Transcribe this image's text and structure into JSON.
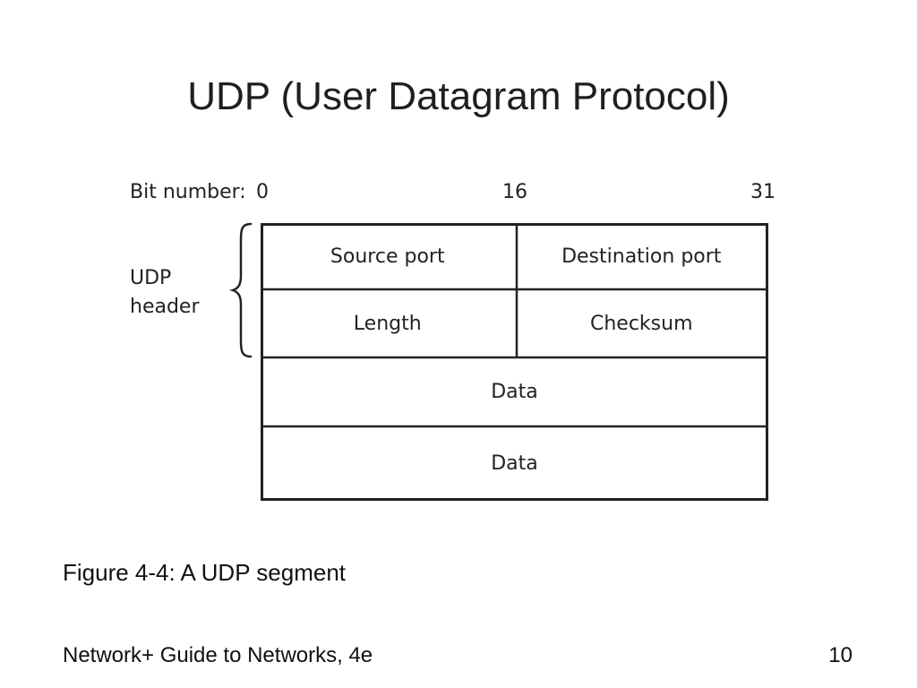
{
  "slide": {
    "title": "UDP (User Datagram Protocol)",
    "caption": "Figure 4-4: A UDP segment",
    "footer_left": "Network+ Guide to Networks, 4e",
    "page_number": "10"
  },
  "diagram": {
    "bit_label": "Bit number:",
    "bit_markers": [
      "0",
      "16",
      "31"
    ],
    "header_label": "UDP header",
    "rows": [
      [
        "Source port",
        "Destination port"
      ],
      [
        "Length",
        "Checksum"
      ],
      [
        "Data"
      ],
      [
        "Data"
      ]
    ]
  }
}
